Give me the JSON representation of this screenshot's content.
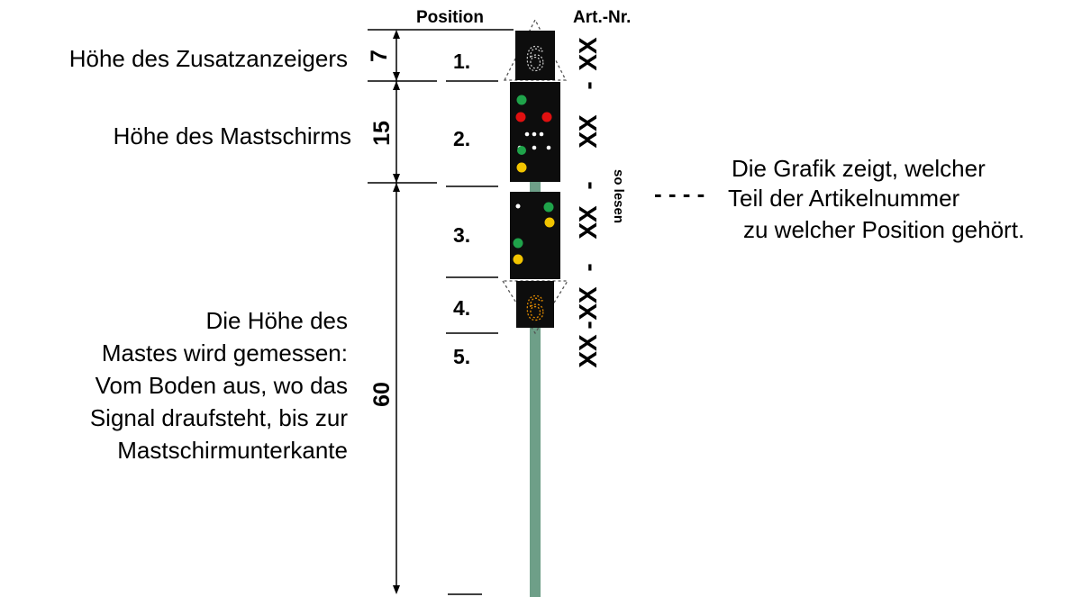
{
  "headers": {
    "position": "Position",
    "art_nr": "Art.-Nr."
  },
  "left_labels": {
    "zusatz": "Höhe des Zusatzanzeigers",
    "mastschirm": "Höhe des Mastschirms",
    "mast_lines": [
      "Die Höhe des",
      "Mastes wird gemessen:",
      "Vom Boden aus, wo das",
      "Signal draufsteht, bis zur",
      "Mastschirmunterkante"
    ]
  },
  "dimensions": {
    "zusatz": "7",
    "mastschirm": "15",
    "mast": "60"
  },
  "positions": [
    "1.",
    "2.",
    "3.",
    "4.",
    "5."
  ],
  "article_number": {
    "parts": [
      "XX",
      "-",
      "XX",
      "-",
      "XX",
      "-",
      "XX",
      "-",
      "XX"
    ],
    "hint": "so lesen"
  },
  "signal_glyphs": {
    "top_indicator": "6",
    "bottom_indicator": "6"
  },
  "legend": {
    "dashes": "- - - -",
    "lines": [
      "Die Grafik zeigt, welcher",
      "Teil der Artikelnummer",
      "zu welcher Position gehört."
    ]
  },
  "colors": {
    "mast": "#6e9f88",
    "screen": "#0d0d0d",
    "green": "#1fa34a",
    "red": "#e01010",
    "yellow": "#f2c400",
    "white": "#ffffff",
    "orange_digit": "#e08a00"
  }
}
